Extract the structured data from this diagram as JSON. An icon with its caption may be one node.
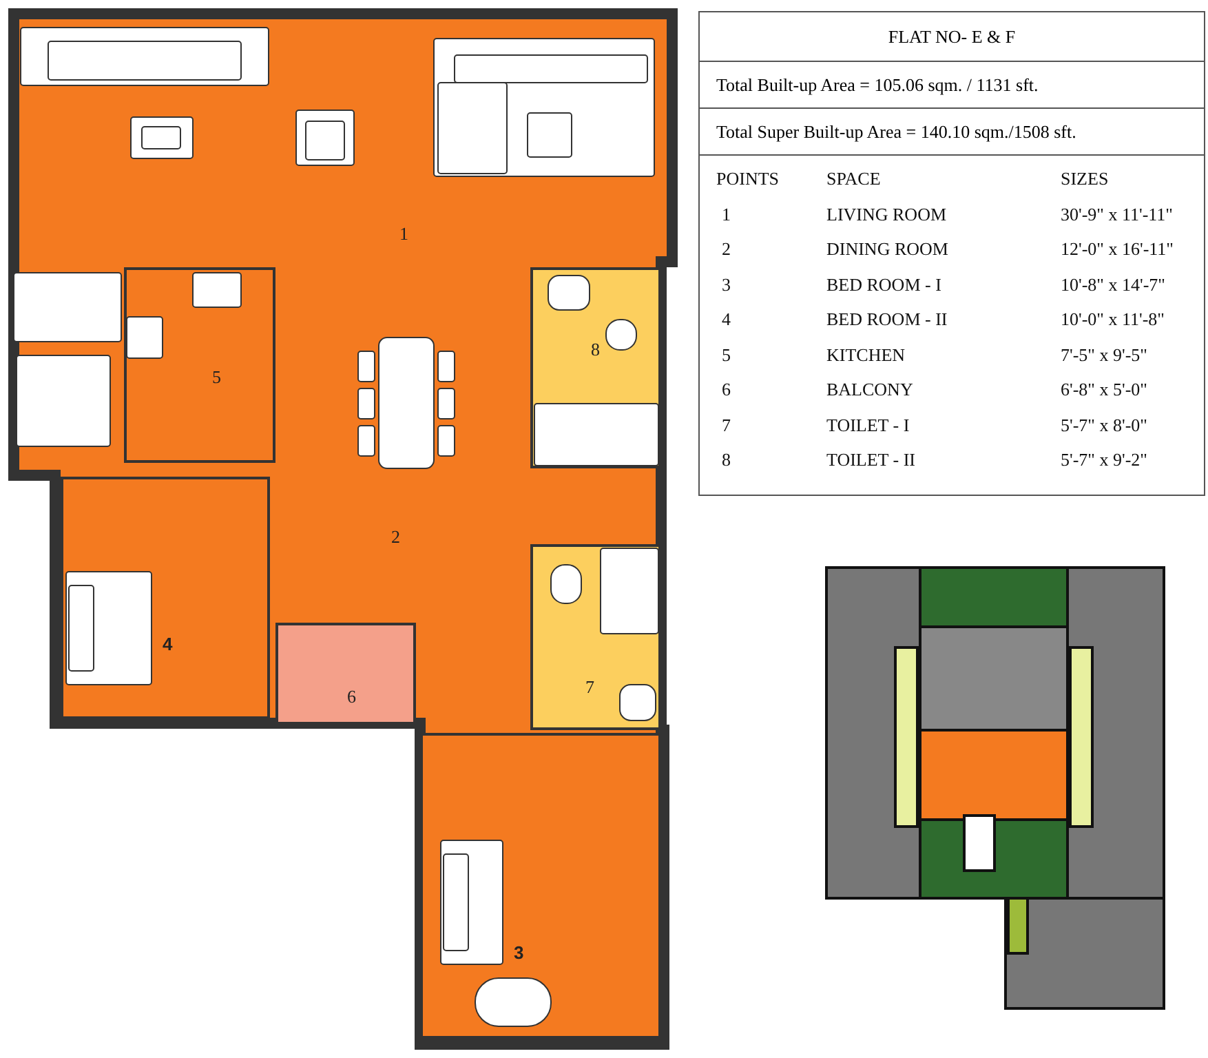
{
  "diagram": {
    "title": "FLAT NO- E & F",
    "nodes": [
      {
        "text": [
          "1"
        ]
      },
      {
        "text": [
          "2"
        ]
      },
      {
        "text": [
          "3"
        ]
      },
      {
        "text": [
          "4"
        ]
      },
      {
        "text": [
          "5"
        ]
      },
      {
        "text": [
          "6"
        ]
      },
      {
        "text": [
          "7"
        ]
      },
      {
        "text": [
          "8"
        ]
      }
    ],
    "edges": [],
    "labels": [
      "Total Built-up Area = 105.06 sqm. / 1131 sft.",
      "Total Super Built-up Area = 140.10 sqm./1508 sft.",
      "POINTS",
      "SPACE",
      "SIZES",
      "1",
      "LIVING ROOM",
      "30'-9\" x 11'-11\"",
      "2",
      "DINING ROOM",
      "12'-0\" x 16'-11\"",
      "3",
      "BED ROOM - I",
      "10'-8\" x 14'-7\"",
      "4",
      "BED ROOM - II",
      "10'-0\" x 11'-8\"",
      "5",
      "KITCHEN",
      "7'-5\" x 9'-5\"",
      "6",
      "BALCONY",
      "6'-8\" x 5'-0\"",
      "7",
      "TOILET - I",
      "5'-7\" x 8'-0\"",
      "8",
      "TOILET - II",
      "5'-7\" x 9'-2\""
    ]
  }
}
